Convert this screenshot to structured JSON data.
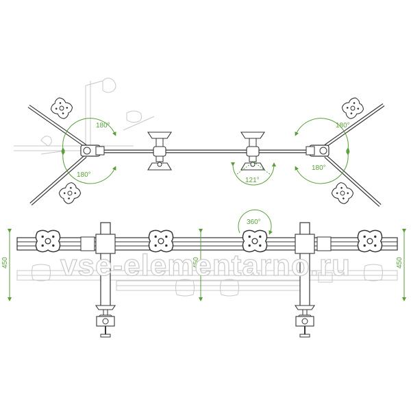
{
  "diagram": {
    "top_view": {
      "angles": {
        "left_upper": "180°",
        "left_lower": "180°",
        "center": "121°",
        "right_upper": "180°",
        "right_lower": "180°"
      }
    },
    "front_view": {
      "rotation_label": "360°",
      "heights": {
        "left": "450",
        "middle": "450",
        "right": "450"
      }
    }
  },
  "watermark": "vse-elementarno.ru",
  "colors": {
    "line": "#333333",
    "accent_green": "#5a9e3a",
    "ghost": "#c8c8c8",
    "watermark_stroke": "#c9c9c9"
  }
}
